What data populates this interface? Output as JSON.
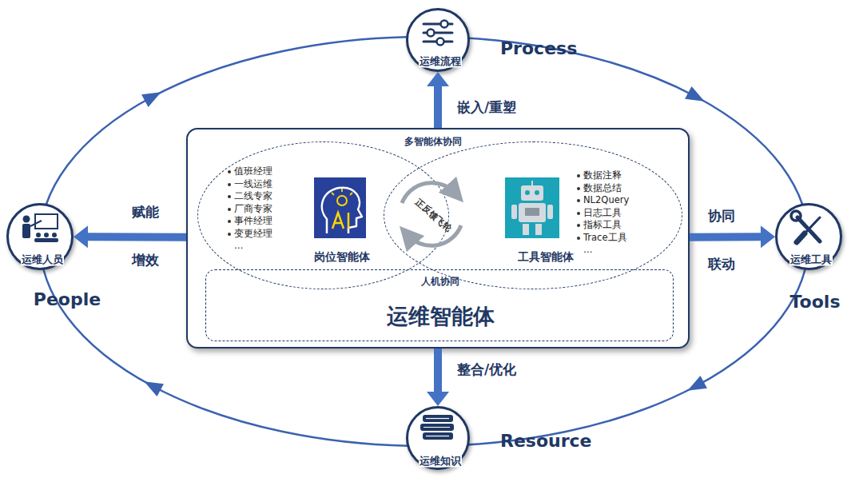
{
  "diagram": {
    "nodes": [
      {
        "text": [
          "运维流程",
          "Process"
        ]
      },
      {
        "text": [
          "运维人员",
          "People"
        ]
      },
      {
        "text": [
          "多智能体协同"
        ]
      },
      {
        "text": [
          "岗位智能体",
          "值班经理",
          "一线运维",
          "二线专家",
          "厂商专家",
          "事件经理",
          "变更经理",
          "…"
        ],
        "in": 2
      },
      {
        "text": [
          "正反馈飞轮"
        ],
        "in": 2
      },
      {
        "text": [
          "工具智能体",
          "数据注释",
          "数据总结",
          "NL2Query",
          "日志工具",
          "指标工具",
          "Trace工具",
          "…"
        ],
        "in": 2
      },
      {
        "text": [
          "人机协同",
          "运维智能体"
        ],
        "in": 2
      },
      {
        "text": [
          "运维工具",
          "Tools"
        ]
      },
      {
        "text": [
          "运维知识",
          "Resource"
        ]
      }
    ],
    "edges": [
      {
        "from": 2,
        "to": 0,
        "arrow": "to",
        "label": "嵌入/重塑"
      },
      {
        "from": 2,
        "to": 1,
        "arrow": "to",
        "label": "赋能"
      },
      {
        "from": 2,
        "to": 7,
        "arrow": "to",
        "label": "协同"
      },
      {
        "from": 2,
        "to": 8,
        "arrow": "to",
        "label": "整合/优化"
      }
    ],
    "labels": [
      "增效",
      "联动"
    ]
  }
}
